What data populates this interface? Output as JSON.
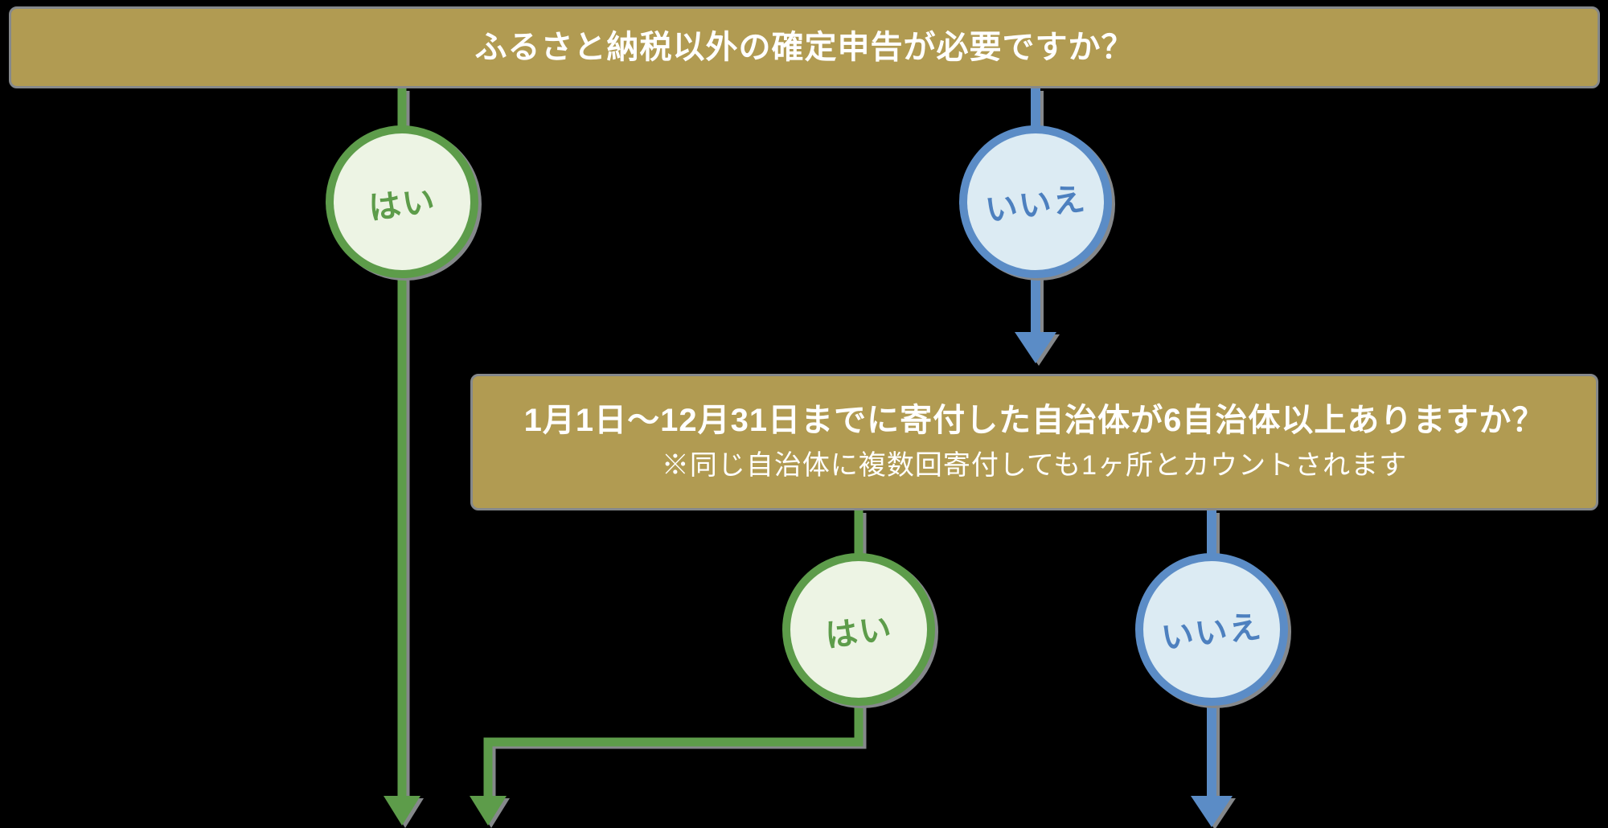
{
  "flowchart": {
    "question1": {
      "title": "ふるさと納税以外の確定申告が必要ですか？"
    },
    "question2": {
      "title": "1月1日～12月31日までに寄付した自治体が6自治体以上ありますか？",
      "note": "※同じ自治体に複数回寄付しても1ヶ所とカウントされます"
    },
    "answers": {
      "q1_yes": "はい",
      "q1_no": "いいえ",
      "q2_yes": "はい",
      "q2_no": "いいえ"
    }
  },
  "colors": {
    "banner-gold": "#b19b52",
    "border-gray": "#85888b",
    "yes-green": "#5d9c4a",
    "yes-green-fill": "#edf4e4",
    "no-blue": "#5b8cc6",
    "no-blue-text": "#4d80bf",
    "no-blue-fill": "#dcebf3",
    "background": "#000000",
    "banner-text": "#ffffff"
  }
}
